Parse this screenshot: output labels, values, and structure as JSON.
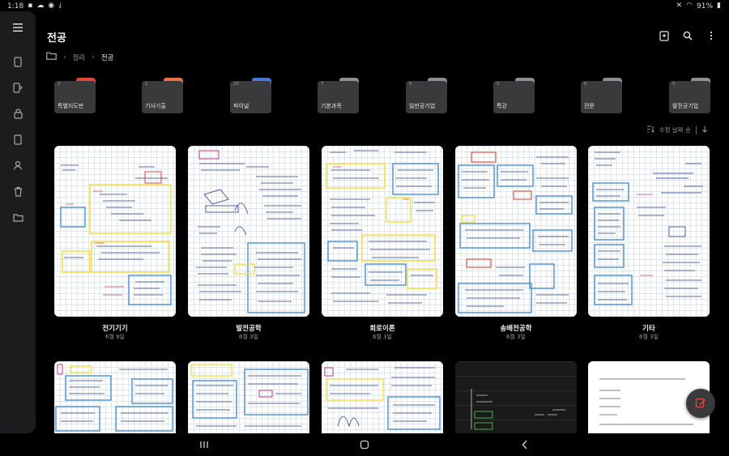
{
  "status_bar": {
    "time": "1:18",
    "battery": "91%"
  },
  "header": {
    "title": "전공"
  },
  "breadcrumb": {
    "parent": "정리",
    "current": "전공"
  },
  "folders": [
    {
      "count": "3",
      "name": "특별지도반",
      "tab_color": "#e0483a"
    },
    {
      "count": "1",
      "name": "기사기출",
      "tab_color": "#e8704a"
    },
    {
      "count": "20",
      "name": "파이널",
      "tab_color": "#4a78d8"
    },
    {
      "count": "7",
      "name": "기본과목",
      "tab_color": "#8e8e93"
    },
    {
      "count": "6",
      "name": "일반공기업",
      "tab_color": "#8e8e93"
    },
    {
      "count": "5",
      "name": "특강",
      "tab_color": "#8e8e93"
    },
    {
      "count": "6",
      "name": "전문",
      "tab_color": "#8e8e93"
    },
    {
      "count": "5",
      "name": "발전공기업",
      "tab_color": "#8e8e93"
    }
  ],
  "sort": {
    "label": "수정 날짜 순"
  },
  "notes": [
    {
      "title": "전기기기",
      "date": "6월 9일"
    },
    {
      "title": "발전공학",
      "date": "6월 3일"
    },
    {
      "title": "회로이론",
      "date": "6월 3일"
    },
    {
      "title": "송배전공학",
      "date": "6월 3일"
    },
    {
      "title": "기타",
      "date": "6월 3일"
    }
  ],
  "icons": {
    "menu": "hamburger-icon",
    "search": "search-icon",
    "more": "more-vert-icon",
    "compose": "compose-icon",
    "fab": "edit-note-icon"
  },
  "colors": {
    "accent": "#e0483a",
    "background": "#000000",
    "sidebar": "#1c1c1e",
    "folder": "#3a3a3c"
  }
}
